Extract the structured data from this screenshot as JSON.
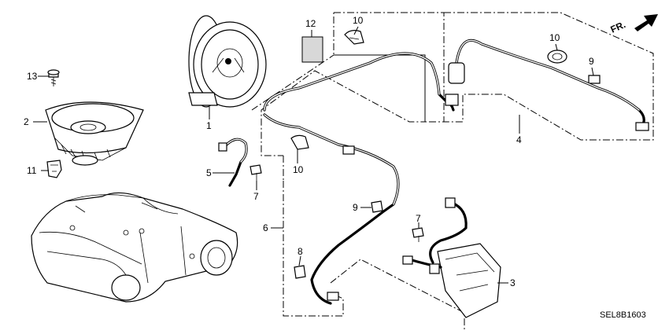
{
  "diagram": {
    "callouts": {
      "c1": "1",
      "c2": "2",
      "c3": "3",
      "c4": "4",
      "c5": "5",
      "c6": "6",
      "c7a": "7",
      "c7b": "7",
      "c8": "8",
      "c9a": "9",
      "c9b": "9",
      "c10a": "10",
      "c10b": "10",
      "c10c": "10",
      "c11": "11",
      "c12": "12",
      "c13": "13"
    },
    "direction_label": "FR.",
    "diagram_code": "SEL8B1603"
  }
}
